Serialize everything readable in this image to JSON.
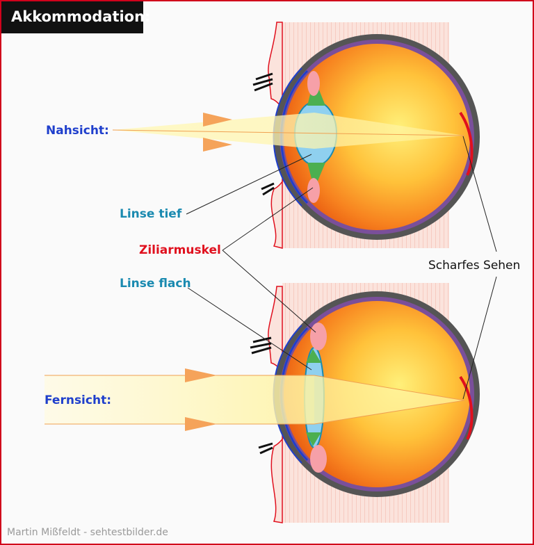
{
  "title": "Akkommodation:",
  "labels": {
    "near_vision": "Nahsicht:",
    "far_vision": "Fernsicht:",
    "lens_deep": "Linse tief",
    "ciliary_muscle": "Ziliarmuskel",
    "lens_flat": "Linse flach",
    "sharp_vision": "Scharfes Sehen"
  },
  "footer": "Martin Mißfeldt - sehtestbilder.de",
  "colors": {
    "frame": "#d0021b",
    "near_far_label": "#1f3fcc",
    "lens_label": "#1a8ab0",
    "muscle_label": "#e0101e",
    "eyeball_orange": "#f58b22",
    "light_beam": "#fff3a0"
  }
}
